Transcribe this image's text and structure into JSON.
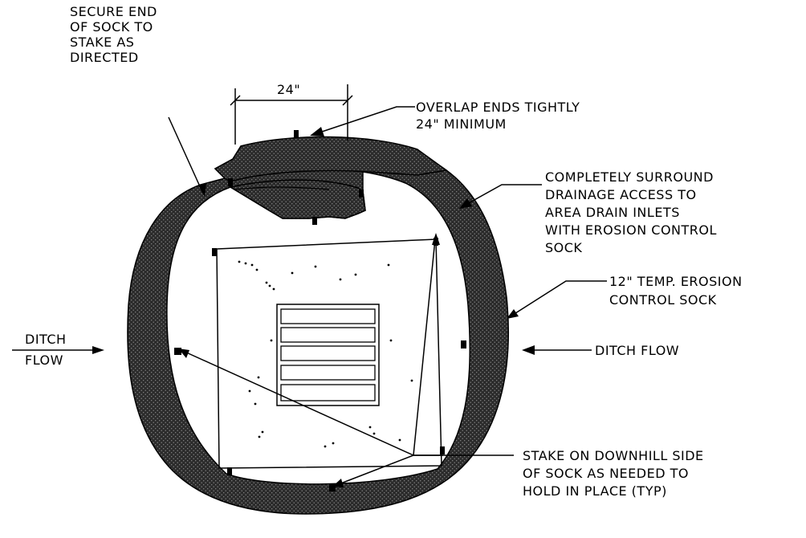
{
  "labels": {
    "secure_end": [
      "SECURE END",
      "OF SOCK TO",
      "STAKE AS",
      "DIRECTED"
    ],
    "dimension": "24\"",
    "overlap": [
      "OVERLAP ENDS TIGHTLY",
      "24\" MINIMUM"
    ],
    "surround": [
      "COMPLETELY SURROUND",
      "DRAINAGE ACCESS TO",
      "AREA DRAIN INLETS",
      "WITH EROSION CONTROL",
      "SOCK"
    ],
    "sock_size": [
      "12\" TEMP. EROSION",
      "CONTROL SOCK"
    ],
    "ditch_flow_left": [
      "DITCH",
      "FLOW"
    ],
    "ditch_flow_right": "DITCH FLOW",
    "stake_note": [
      "STAKE ON DOWNHILL SIDE",
      "OF SOCK AS NEEDED TO",
      "HOLD IN PLACE (TYP)"
    ]
  },
  "colors": {
    "line": "#000000",
    "sock_fill": "#2b2b2b",
    "sock_dot": "#8a8a8a",
    "background": "#ffffff"
  }
}
